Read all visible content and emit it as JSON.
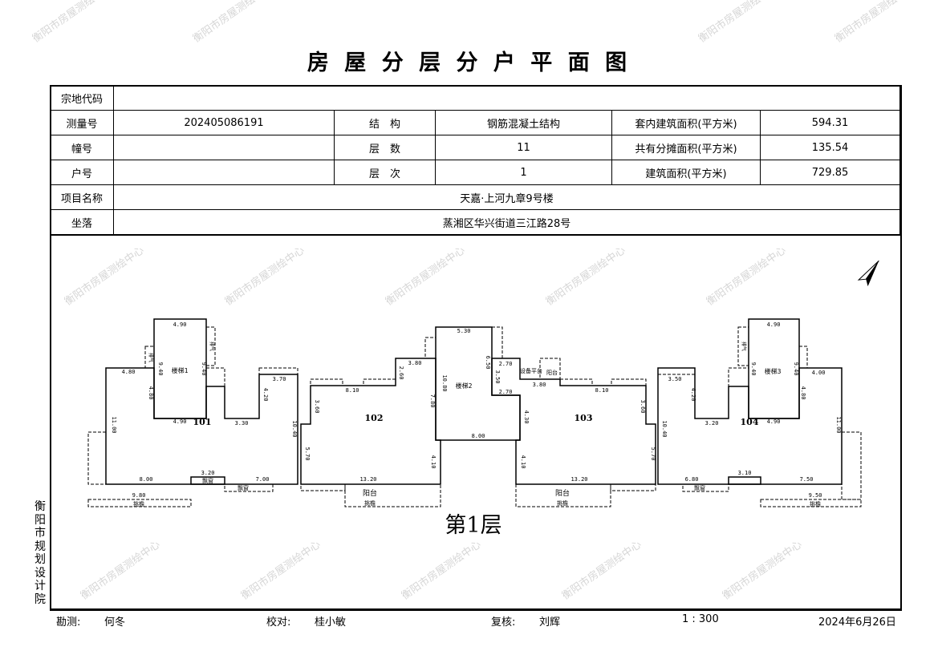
{
  "title": "房 屋 分 层 分 户 平 面 图",
  "table": {
    "parcel_code_label": "宗地代码",
    "parcel_code": "",
    "survey_no_label": "测量号",
    "survey_no": "202405086191",
    "structure_label": "结　构",
    "structure": "钢筋混凝土结构",
    "inner_area_label": "套内建筑面积(平方米)",
    "inner_area": "594.31",
    "building_no_label": "幢号",
    "building_no": "",
    "floors_label": "层　数",
    "floors": "11",
    "shared_area_label": "共有分摊面积(平方米)",
    "shared_area": "135.54",
    "unit_no_label": "户号",
    "unit_no": "",
    "floor_label": "层　次",
    "floor": "1",
    "building_area_label": "建筑面积(平方米)",
    "building_area": "729.85",
    "project_label": "项目名称",
    "project": "天嘉·上河九章9号楼",
    "location_label": "坐落",
    "location": "蒸湘区华兴街道三江路28号"
  },
  "plan": {
    "floor_title": "第1层",
    "labels": [
      "101",
      "102",
      "103",
      "104",
      "楼梯1",
      "楼梯2",
      "楼梯3",
      "4.90",
      "4.80",
      "9.40",
      "9.40",
      "4.80",
      "4.90",
      "3.30",
      "4.20",
      "3.70",
      "11.00",
      "10.40",
      "8.00",
      "3.20",
      "7.00",
      "9.80",
      "飘窗",
      "飘窗",
      "挑檐",
      "阳台",
      "5.30",
      "10.80",
      "7.80",
      "3.80",
      "2.60",
      "8.10",
      "3.60",
      "5.70",
      "4.10",
      "13.20",
      "8.00",
      "6.50",
      "3.50",
      "2.70",
      "2.70",
      "3.80",
      "8.10",
      "3.60",
      "5.70",
      "4.10",
      "13.20",
      "4.30",
      "设备平台",
      "阳台",
      "阳台",
      "挑檐",
      "挑檐",
      "4.90",
      "9.40",
      "9.40",
      "4.80",
      "4.90",
      "4.00",
      "3.50",
      "4.20",
      "3.20",
      "10.40",
      "11.00",
      "6.80",
      "3.10",
      "7.50",
      "9.50",
      "飘窗",
      "挑檐",
      "排气",
      "排气",
      "排气"
    ]
  },
  "watermark": "衡阳市房屋测绘中心",
  "side_org": "衡阳市规划设计院",
  "footer": {
    "surveyor_label": "勘测:",
    "surveyor": "何冬",
    "checker_label": "校对:",
    "checker": "桂小敏",
    "reviewer_label": "复核:",
    "reviewer": "刘辉",
    "scale": "1 : 300",
    "date": "2024年6月26日"
  }
}
